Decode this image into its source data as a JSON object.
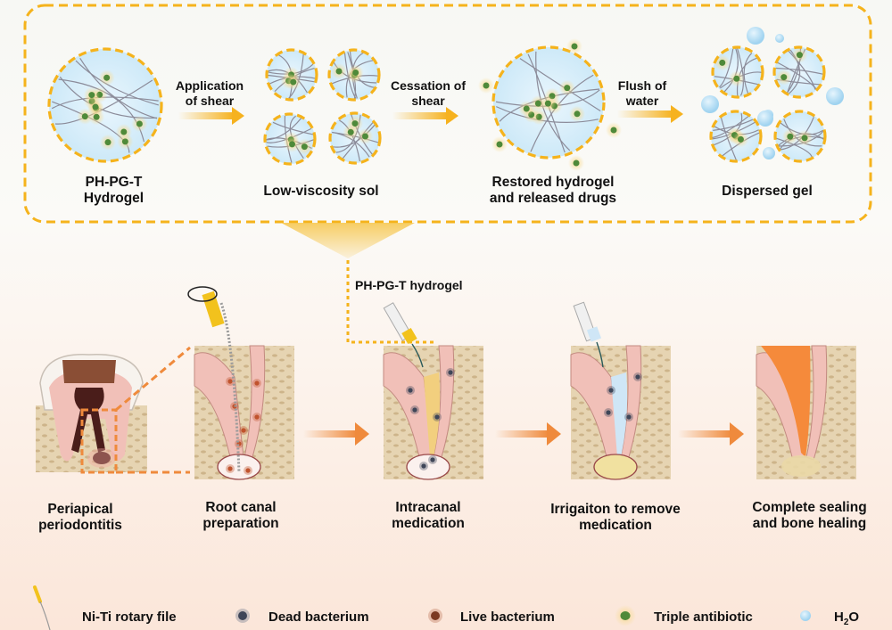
{
  "top_panel": {
    "stages": [
      {
        "label": "PH-PG-T\nHydrogel"
      },
      {
        "label": "Low-viscosity sol"
      },
      {
        "label": "Restored hydrogel\nand released drugs"
      },
      {
        "label": "Dispersed gel"
      }
    ],
    "transitions": [
      {
        "label": "Application\nof shear"
      },
      {
        "label": "Cessation of\nshear"
      },
      {
        "label": "Flush of\nwater"
      }
    ]
  },
  "callout_label": "PH-PG-T hydrogel",
  "bottom_panel": {
    "steps": [
      {
        "label": "Periapical\nperiodontitis"
      },
      {
        "label": "Root canal\npreparation"
      },
      {
        "label": "Intracanal\nmedication"
      },
      {
        "label": "Irrigaiton to remove\nmedication"
      },
      {
        "label": "Complete sealing\nand bone healing"
      }
    ]
  },
  "legend": {
    "items": [
      {
        "icon": "ni-ti-rotary-file-icon",
        "label": "Ni-Ti rotary file"
      },
      {
        "icon": "dead-bacterium-icon",
        "label": "Dead bacterium"
      },
      {
        "icon": "live-bacterium-icon",
        "label": "Live bacterium"
      },
      {
        "icon": "triple-antibiotic-icon",
        "label": "Triple antibiotic"
      },
      {
        "icon": "water-droplet-icon",
        "label": "H",
        "sub": "2",
        "suffix": "O"
      }
    ]
  },
  "colors": {
    "gel_border": "#f5b31c",
    "arrow_yellow": "#f6b21f",
    "arrow_orange": "#ef8a3c",
    "antibiotic": "#4f8a3a",
    "water": "#a9d8f2",
    "dentin": "#f1c0b8",
    "bone": "#dfc9a3",
    "pulp": "#4a1d1a",
    "sealing": "#f58a3b"
  }
}
